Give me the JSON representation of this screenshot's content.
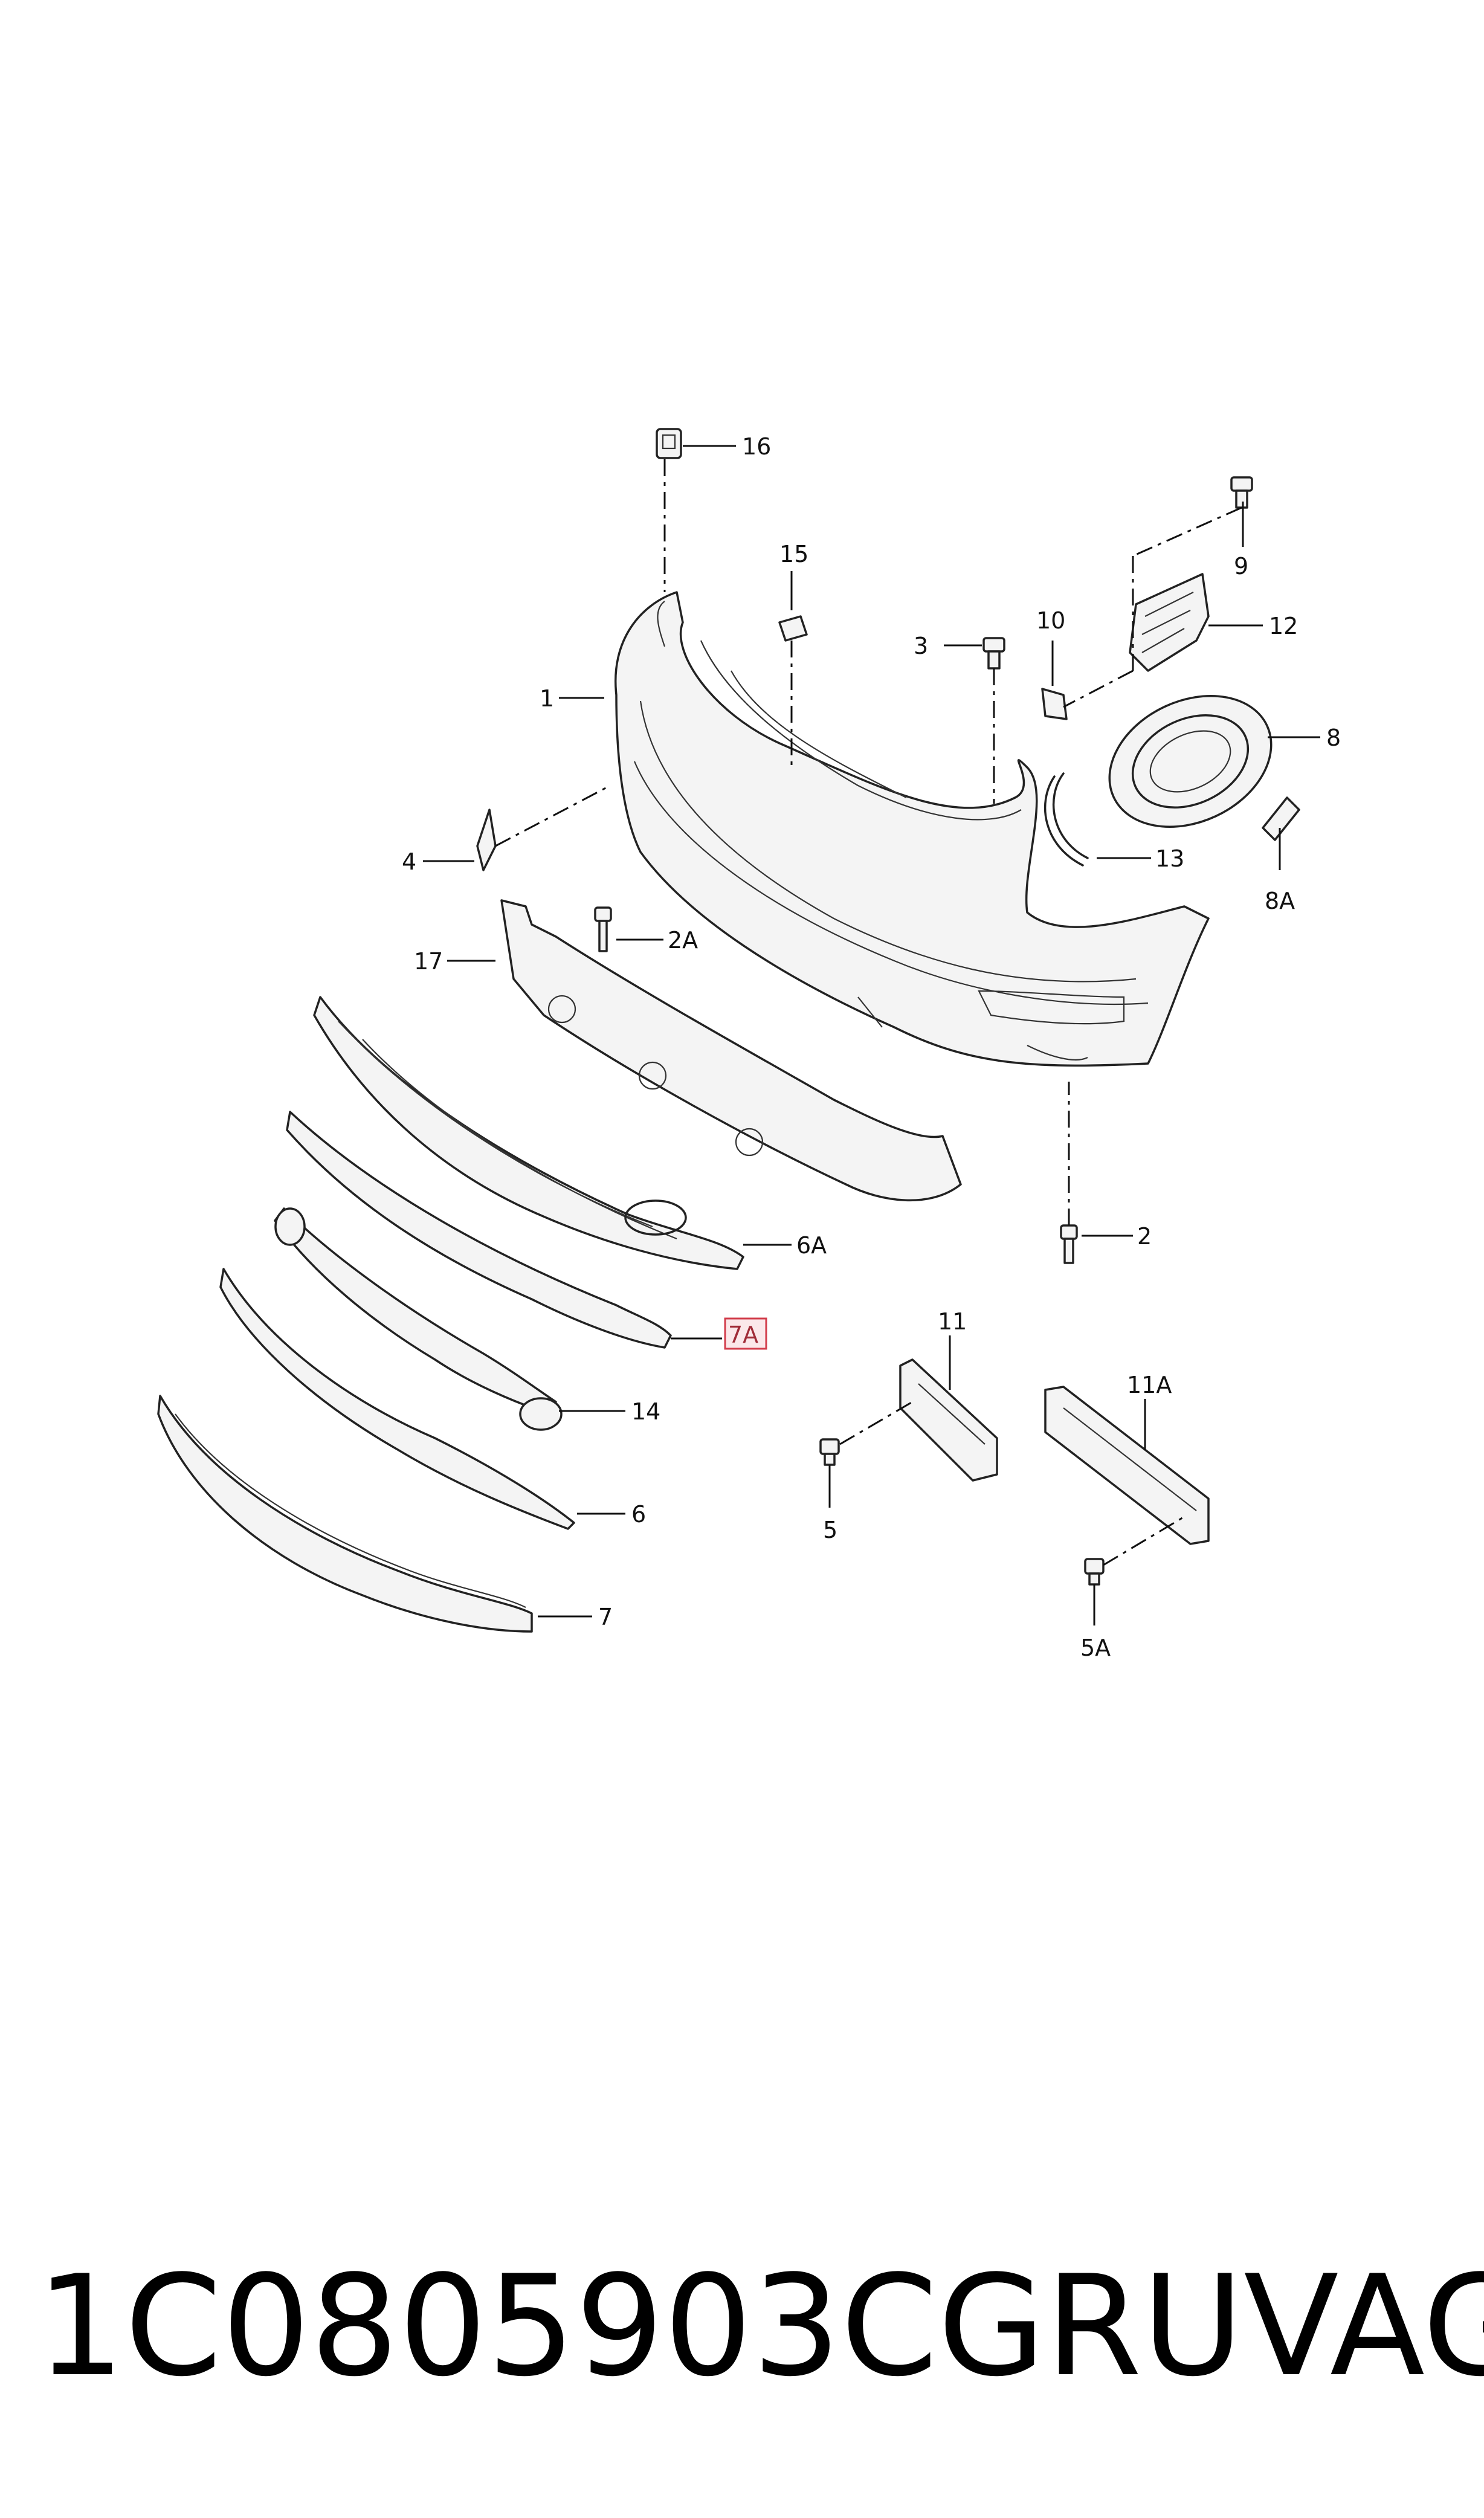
{
  "callouts": {
    "c1": "1",
    "c2": "2",
    "c2A": "2A",
    "c3": "3",
    "c4": "4",
    "c5": "5",
    "c5A": "5A",
    "c6": "6",
    "c6A": "6A",
    "c7": "7",
    "c7A": "7A",
    "c8": "8",
    "c8A": "8A",
    "c9": "9",
    "c10": "10",
    "c11": "11",
    "c11A": "11A",
    "c12": "12",
    "c13": "13",
    "c14": "14",
    "c15": "15",
    "c16": "16",
    "c17": "17"
  },
  "highlight_color": "#d23c4b",
  "caption": {
    "part_number": "1C0805903CGRU",
    "brand": "VAG"
  }
}
